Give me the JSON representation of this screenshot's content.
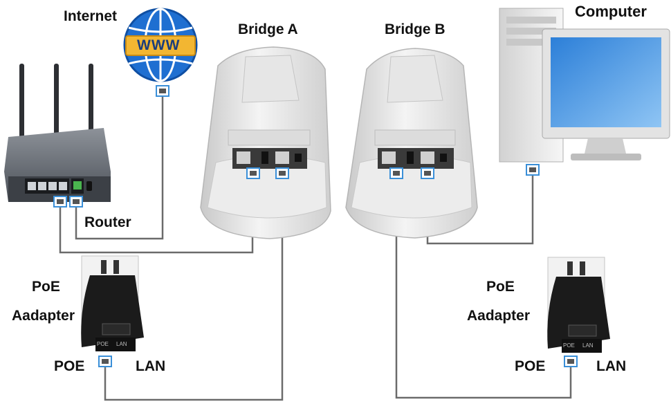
{
  "labels": {
    "internet": "Internet",
    "www": "WWW",
    "bridge_a": "Bridge A",
    "bridge_b": "Bridge B",
    "computer": "Computer",
    "router": "Router",
    "poe_left_line1": "PoE",
    "poe_left_line2": "Aadapter",
    "poe_right_line1": "PoE",
    "poe_right_line2": "Aadapter",
    "port_poe_left": "POE",
    "port_lan_left": "LAN",
    "port_poe_right": "POE",
    "port_lan_right": "LAN",
    "adapter_port_poe": "POE",
    "adapter_port_lan": "LAN"
  },
  "colors": {
    "cable": "#6b6b6b",
    "port_border": "#3a8fd8",
    "globe_blue": "#1f6fd1",
    "banner_gold": "#f2b632",
    "device_gray": "#d9d9d9",
    "adapter_black": "#1b1b1b"
  },
  "icons": {
    "internet": "globe-icon",
    "router": "router-icon",
    "bridge": "outdoor-cpe-icon",
    "computer": "desktop-computer-icon",
    "adapter": "poe-adapter-icon"
  }
}
